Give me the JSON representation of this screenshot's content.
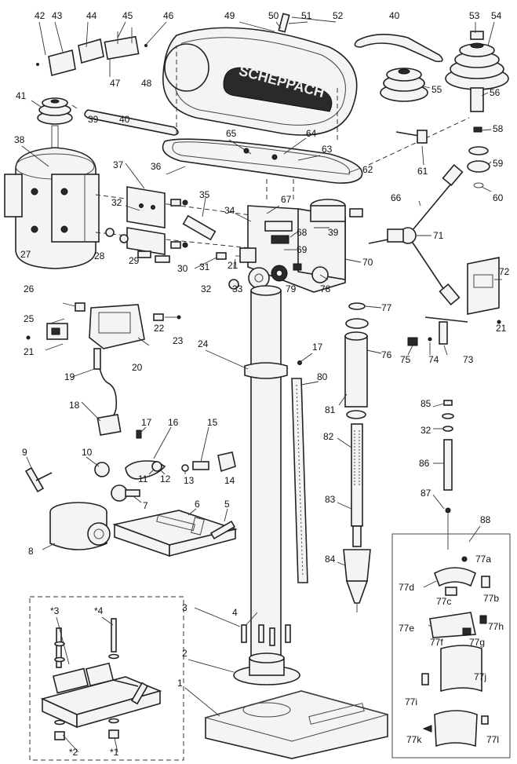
{
  "diagram": {
    "brand_text": "SCHEPPACH",
    "callouts": [
      {
        "id": "c42",
        "text": "42"
      },
      {
        "id": "c43",
        "text": "43"
      },
      {
        "id": "c44",
        "text": "44"
      },
      {
        "id": "c45",
        "text": "45"
      },
      {
        "id": "c46",
        "text": "46"
      },
      {
        "id": "c47",
        "text": "47"
      },
      {
        "id": "c48",
        "text": "48"
      },
      {
        "id": "c49",
        "text": "49"
      },
      {
        "id": "c50",
        "text": "50"
      },
      {
        "id": "c51",
        "text": "51"
      },
      {
        "id": "c52",
        "text": "52"
      },
      {
        "id": "c40a",
        "text": "40"
      },
      {
        "id": "c53",
        "text": "53"
      },
      {
        "id": "c54",
        "text": "54"
      },
      {
        "id": "c55",
        "text": "55"
      },
      {
        "id": "c56",
        "text": "56"
      },
      {
        "id": "c41",
        "text": "41"
      },
      {
        "id": "c39a",
        "text": "39"
      },
      {
        "id": "c40b",
        "text": "40"
      },
      {
        "id": "c38",
        "text": "38"
      },
      {
        "id": "c65",
        "text": "65"
      },
      {
        "id": "c58",
        "text": "58"
      },
      {
        "id": "c64",
        "text": "64"
      },
      {
        "id": "c63",
        "text": "63"
      },
      {
        "id": "c59",
        "text": "59"
      },
      {
        "id": "c36",
        "text": "36"
      },
      {
        "id": "c37",
        "text": "37"
      },
      {
        "id": "c62",
        "text": "62"
      },
      {
        "id": "c61",
        "text": "61"
      },
      {
        "id": "c60",
        "text": "60"
      },
      {
        "id": "c32a",
        "text": "32"
      },
      {
        "id": "c35",
        "text": "35"
      },
      {
        "id": "c67",
        "text": "67"
      },
      {
        "id": "c66",
        "text": "66"
      },
      {
        "id": "c34",
        "text": "34"
      },
      {
        "id": "c39b",
        "text": "39"
      },
      {
        "id": "c27",
        "text": "27"
      },
      {
        "id": "c28",
        "text": "28"
      },
      {
        "id": "c29",
        "text": "29"
      },
      {
        "id": "c30",
        "text": "30"
      },
      {
        "id": "c68",
        "text": "68"
      },
      {
        "id": "c69",
        "text": "69"
      },
      {
        "id": "c71",
        "text": "71"
      },
      {
        "id": "c31",
        "text": "31"
      },
      {
        "id": "c21a",
        "text": "21"
      },
      {
        "id": "c70",
        "text": "70"
      },
      {
        "id": "c72",
        "text": "72"
      },
      {
        "id": "c26",
        "text": "26"
      },
      {
        "id": "c32b",
        "text": "32"
      },
      {
        "id": "c33",
        "text": "33"
      },
      {
        "id": "c79",
        "text": "79"
      },
      {
        "id": "c78",
        "text": "78"
      },
      {
        "id": "c77",
        "text": "77"
      },
      {
        "id": "c25",
        "text": "25"
      },
      {
        "id": "c22",
        "text": "22"
      },
      {
        "id": "c21b",
        "text": "21"
      },
      {
        "id": "c21c",
        "text": "21"
      },
      {
        "id": "c23",
        "text": "23"
      },
      {
        "id": "c20",
        "text": "20"
      },
      {
        "id": "c24",
        "text": "24"
      },
      {
        "id": "c17a",
        "text": "17"
      },
      {
        "id": "c76",
        "text": "76"
      },
      {
        "id": "c75",
        "text": "75"
      },
      {
        "id": "c74",
        "text": "74"
      },
      {
        "id": "c73",
        "text": "73"
      },
      {
        "id": "c19",
        "text": "19"
      },
      {
        "id": "c80",
        "text": "80"
      },
      {
        "id": "c18",
        "text": "18"
      },
      {
        "id": "c81",
        "text": "81"
      },
      {
        "id": "c85",
        "text": "85"
      },
      {
        "id": "c17b",
        "text": "17"
      },
      {
        "id": "c16",
        "text": "16"
      },
      {
        "id": "c15",
        "text": "15"
      },
      {
        "id": "c32c",
        "text": "32"
      },
      {
        "id": "c9",
        "text": "9"
      },
      {
        "id": "c10",
        "text": "10"
      },
      {
        "id": "c82",
        "text": "82"
      },
      {
        "id": "c86",
        "text": "86"
      },
      {
        "id": "c11",
        "text": "11"
      },
      {
        "id": "c12",
        "text": "12"
      },
      {
        "id": "c13",
        "text": "13"
      },
      {
        "id": "c14",
        "text": "14"
      },
      {
        "id": "c7",
        "text": "7"
      },
      {
        "id": "c6",
        "text": "6"
      },
      {
        "id": "c5",
        "text": "5"
      },
      {
        "id": "c87",
        "text": "87"
      },
      {
        "id": "c83",
        "text": "83"
      },
      {
        "id": "c8",
        "text": "8"
      },
      {
        "id": "c88",
        "text": "88"
      },
      {
        "id": "c84",
        "text": "84"
      },
      {
        "id": "c4",
        "text": "4"
      },
      {
        "id": "c77a",
        "text": "77a"
      },
      {
        "id": "c77d",
        "text": "77d"
      },
      {
        "id": "c77b",
        "text": "77b"
      },
      {
        "id": "c77c",
        "text": "77c"
      },
      {
        "id": "c77h",
        "text": "77h"
      },
      {
        "id": "c77e",
        "text": "77e"
      },
      {
        "id": "c77f",
        "text": "77f"
      },
      {
        "id": "c77g",
        "text": "77g"
      },
      {
        "id": "c3",
        "text": "3"
      },
      {
        "id": "cs3",
        "text": "*3"
      },
      {
        "id": "cs4",
        "text": "*4"
      },
      {
        "id": "c2",
        "text": "2"
      },
      {
        "id": "c77j",
        "text": "77j"
      },
      {
        "id": "c77i",
        "text": "77i"
      },
      {
        "id": "c1",
        "text": "1"
      },
      {
        "id": "cs2",
        "text": "*2"
      },
      {
        "id": "cs1",
        "text": "*1"
      },
      {
        "id": "c77k",
        "text": "77k"
      },
      {
        "id": "c77l",
        "text": "77l"
      }
    ]
  }
}
